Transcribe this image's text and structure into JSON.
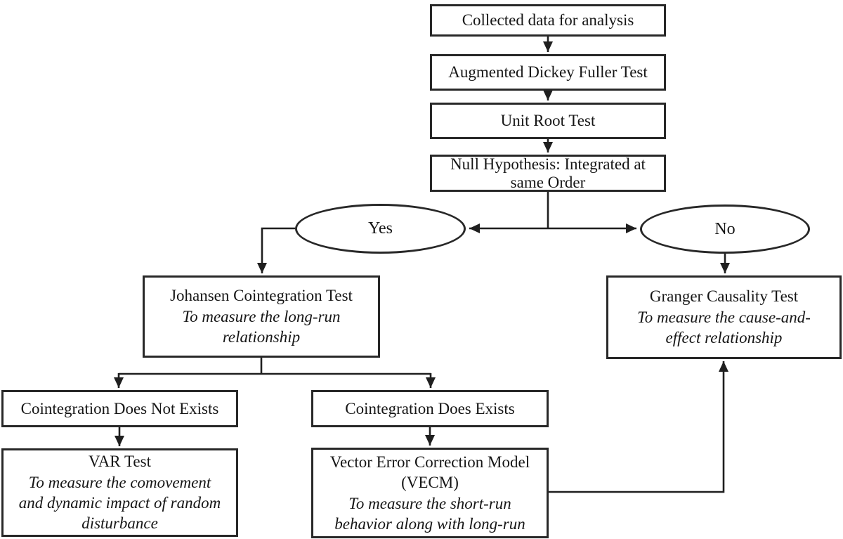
{
  "colors": {
    "background": "#ffffff",
    "ink": "#1f1f1f",
    "node_border": "#282828",
    "node_fill": "#ffffff"
  },
  "flowchart": {
    "nodes": {
      "collected": {
        "label": "Collected data for analysis"
      },
      "adf": {
        "label": "Augmented Dickey Fuller Test"
      },
      "unit_root": {
        "label": "Unit Root Test"
      },
      "null_hypothesis": {
        "label": "Null Hypothesis: Integrated at\nsame Order"
      },
      "yes": {
        "label": "Yes"
      },
      "no": {
        "label": "No"
      },
      "johansen": {
        "label": "Johansen Cointegration Test",
        "note": "To measure the long-run\nrelationship"
      },
      "granger": {
        "label": "Granger Causality Test",
        "note": "To measure the cause-and-\neffect relationship"
      },
      "cointegration_not_exists": {
        "label": "Cointegration Does Not Exists"
      },
      "cointegration_exists": {
        "label": "Cointegration Does Exists"
      },
      "var": {
        "label": "VAR Test",
        "note": "To measure the comovement\nand dynamic impact of random\ndisturbance"
      },
      "vecm": {
        "label": "Vector Error Correction Model\n(VECM)",
        "note": "To measure the short-run\nbehavior along with long-run"
      }
    },
    "edges": [
      {
        "from": "collected",
        "to": "adf"
      },
      {
        "from": "adf",
        "to": "unit_root"
      },
      {
        "from": "unit_root",
        "to": "null_hypothesis"
      },
      {
        "from": "null_hypothesis",
        "to": "yes"
      },
      {
        "from": "null_hypothesis",
        "to": "no"
      },
      {
        "from": "yes",
        "to": "johansen"
      },
      {
        "from": "no",
        "to": "granger"
      },
      {
        "from": "johansen",
        "to": "cointegration_not_exists"
      },
      {
        "from": "johansen",
        "to": "cointegration_exists"
      },
      {
        "from": "cointegration_not_exists",
        "to": "var"
      },
      {
        "from": "cointegration_exists",
        "to": "vecm"
      },
      {
        "from": "vecm",
        "to": "granger"
      }
    ]
  }
}
